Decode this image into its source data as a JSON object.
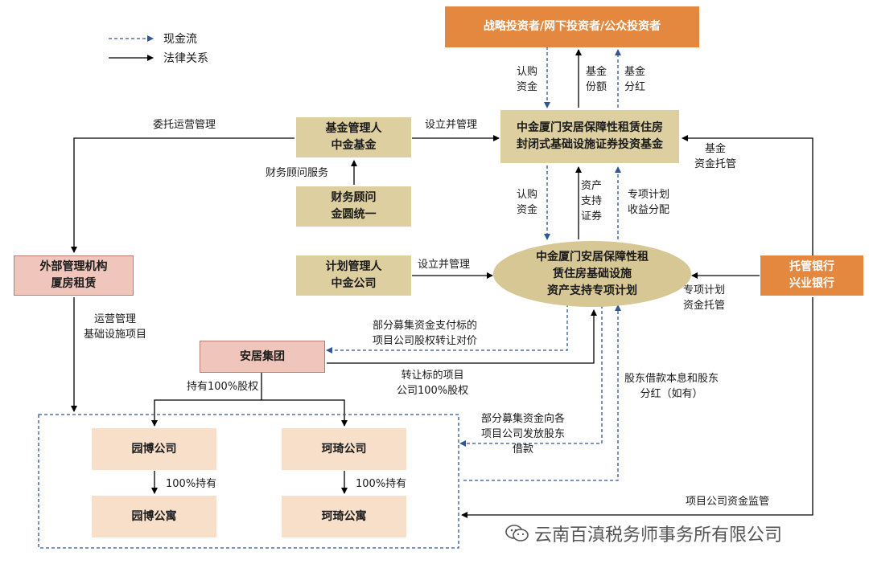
{
  "legend": {
    "cash_flow": "现金流",
    "legal_relation": "法律关系"
  },
  "boxes": {
    "investors": "战略投资者/网下投资者/公众投资者",
    "fund_line1": "中金厦门安居保障性租赁住房",
    "fund_line2": "封闭式基础设施证券投资基金",
    "fund_manager_line1": "基金管理人",
    "fund_manager_line2": "中金基金",
    "advisor_line1": "财务顾问",
    "advisor_line2": "金圆统一",
    "plan_manager_line1": "计划管理人",
    "plan_manager_line2": "中金公司",
    "abs_line1": "中金厦门安居保障性租",
    "abs_line2": "赁住房基础设施",
    "abs_line3": "资产支持专项计划",
    "custodian_line1": "托管银行",
    "custodian_line2": "兴业银行",
    "ext_manager_line1": "外部管理机构",
    "ext_manager_line2": "厦房租赁",
    "anju": "安居集团",
    "yuanbo_company": "园博公司",
    "yuanbo_apartment": "园博公寓",
    "kexi_company": "珂琦公司",
    "kexi_apartment": "珂琦公寓"
  },
  "labels": {
    "subscribe_a_1": "认购",
    "subscribe_a_2": "资金",
    "fund_share_1": "基金",
    "fund_share_2": "份额",
    "fund_dividend_1": "基金",
    "fund_dividend_2": "分红",
    "entrusted_ops": "委托运营管理",
    "establish_manage_1": "设立并管理",
    "fund_custody_1": "基金",
    "fund_custody_2": "资金托管",
    "financial_advisory": "财务顾问服务",
    "subscribe_b_1": "认购",
    "subscribe_b_2": "资金",
    "abs_1": "资产",
    "abs_2": "支持",
    "abs_3": "证券",
    "plan_income_1": "专项计划",
    "plan_income_2": "收益分配",
    "establish_manage_2": "设立并管理",
    "plan_custody_1": "专项计划",
    "plan_custody_2": "资金托管",
    "ops_manage_1": "运营管理",
    "ops_manage_2": "基础设施项目",
    "partial_pay_1": "部分募集资金支付标的",
    "partial_pay_2": "项目公司股权转让对价",
    "transfer_1": "转让标的项目",
    "transfer_2": "公司100%股权",
    "hold_100": "持有100%股权",
    "loan_interest_1": "股东借款本息和股东",
    "loan_interest_2": "分红（如有）",
    "partial_loan_1": "部分募集资金向各",
    "partial_loan_2": "项目公司发放股东",
    "partial_loan_3": "借款",
    "hold_a": "100%持有",
    "hold_b": "100%持有",
    "supervision": "项目公司资金监管"
  },
  "watermark": "云南百滇税务师事务所有限公司",
  "colors": {
    "cash_flow": "#2f5597",
    "legal": "#000000",
    "orange": "#e5883f",
    "tan": "#ddcfa0",
    "salmon": "#f0c6bc",
    "peach": "#f8dfca"
  }
}
